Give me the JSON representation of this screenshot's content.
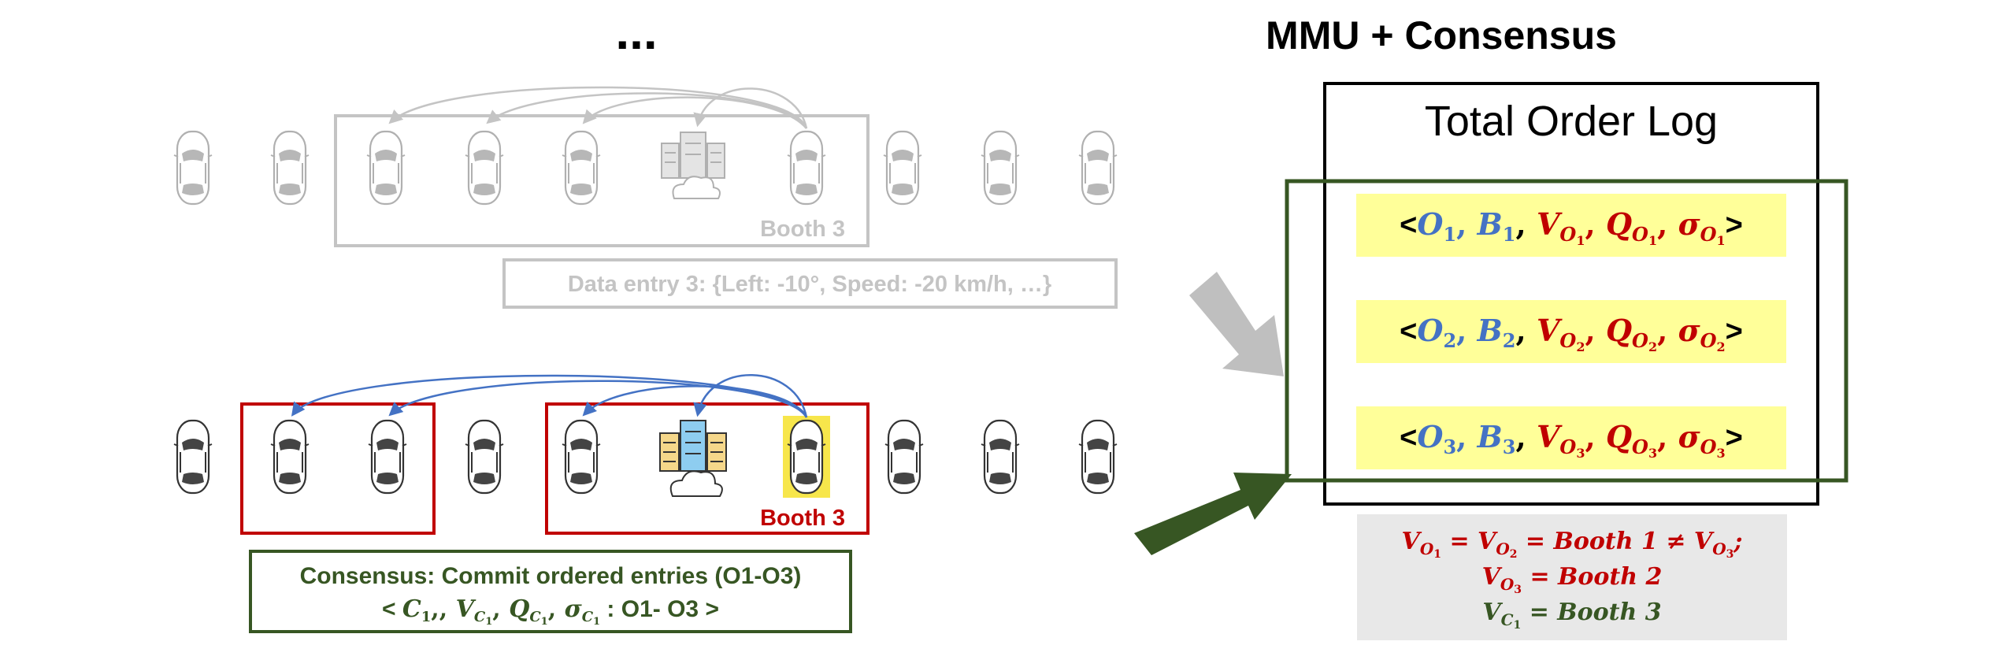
{
  "top_ellipsis": "...",
  "top_lane": {
    "booth_label": "Booth 3",
    "data_entry": "Data entry 3: {Left: -10°, Speed: -20 km/h, …}"
  },
  "bottom_lane": {
    "booth_label": "Booth 3",
    "consensus_title": "Consensus: Commit ordered entries (O1-O3)",
    "consensus_tuple": {
      "open": "< ",
      "c": "C",
      "c_sub": "1",
      "v": "V",
      "v_sub": "C",
      "v_sub2": "1",
      "q": "Q",
      "q_sub": "C",
      "q_sub2": "1",
      "s": "σ",
      "s_sub": "C",
      "s_sub2": "1",
      "range": " : O1- O3 >"
    }
  },
  "log_panel": {
    "title": "MMU + Consensus",
    "log_title": "Total Order Log",
    "entries": [
      {
        "o": "O",
        "idx": "1",
        "b": "B",
        "v": "V",
        "q": "Q",
        "s": "σ"
      },
      {
        "o": "O",
        "idx": "2",
        "b": "B",
        "v": "V",
        "q": "Q",
        "s": "σ"
      },
      {
        "o": "O",
        "idx": "3",
        "b": "B",
        "v": "V",
        "q": "Q",
        "s": "σ"
      }
    ],
    "note": {
      "line1_a": "V",
      "line1_a_sub": "O",
      "line1_a_sub2": "1",
      "line1_b": "V",
      "line1_b_sub": "O",
      "line1_b_sub2": "2",
      "line1_mid": " = Booth 1 ≠ ",
      "line1_c": "V",
      "line1_c_sub": "O",
      "line1_c_sub2": "3",
      "line1_end": ";",
      "line2_a": "V",
      "line2_a_sub": "O",
      "line2_a_sub2": "3",
      "line2_rest": " = Booth 2",
      "line3_a": "V",
      "line3_a_sub": "C",
      "line3_a_sub2": "1",
      "line3_rest": " = Booth 3"
    }
  },
  "colors": {
    "gray": "#c4c4c4",
    "red": "#c00000",
    "green": "#375623",
    "blue": "#4472c4",
    "yellow_hl": "#ffff99",
    "car_yellow": "#f7e64b",
    "note_bg": "#e8e8e8"
  }
}
